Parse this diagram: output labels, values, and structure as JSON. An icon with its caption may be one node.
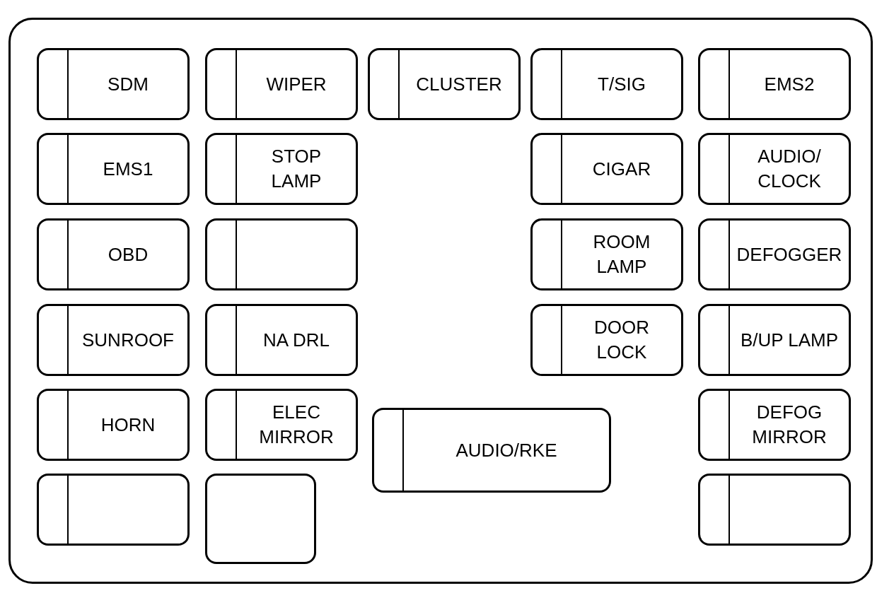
{
  "diagram": {
    "nodes": [
      {
        "text": [],
        "shape": "box"
      },
      {
        "text": [
          "SDM"
        ],
        "in": 0
      },
      {
        "text": [
          "WIPER"
        ],
        "in": 0
      },
      {
        "text": [
          "CLUSTER"
        ],
        "in": 0
      },
      {
        "text": [
          "T/SIG"
        ],
        "in": 0
      },
      {
        "text": [
          "EMS2"
        ],
        "in": 0
      },
      {
        "text": [
          "EMS1"
        ],
        "in": 0
      },
      {
        "text": [
          "STOP LAMP"
        ],
        "in": 0
      },
      {
        "text": [
          "CIGAR"
        ],
        "in": 0
      },
      {
        "text": [
          "AUDIO/ CLOCK"
        ],
        "in": 0
      },
      {
        "text": [
          "OBD"
        ],
        "in": 0
      },
      {
        "text": [],
        "shape": "box",
        "in": 0
      },
      {
        "text": [
          "ROOM LAMP"
        ],
        "in": 0
      },
      {
        "text": [
          "DEFOGGER"
        ],
        "in": 0
      },
      {
        "text": [
          "SUNROOF"
        ],
        "in": 0
      },
      {
        "text": [
          "NA DRL"
        ],
        "in": 0
      },
      {
        "text": [
          "DOOR LOCK"
        ],
        "in": 0
      },
      {
        "text": [
          "B/UP LAMP"
        ],
        "in": 0
      },
      {
        "text": [
          "HORN"
        ],
        "in": 0
      },
      {
        "text": [
          "ELEC MIRROR"
        ],
        "in": 0
      },
      {
        "text": [
          "AUDIO/RKE"
        ],
        "in": 0
      },
      {
        "text": [
          "DEFOG MIRROR"
        ],
        "in": 0
      },
      {
        "text": [],
        "shape": "box",
        "in": 0
      },
      {
        "text": [],
        "shape": "box",
        "in": 0
      },
      {
        "text": [],
        "shape": "box",
        "in": 0
      }
    ]
  }
}
